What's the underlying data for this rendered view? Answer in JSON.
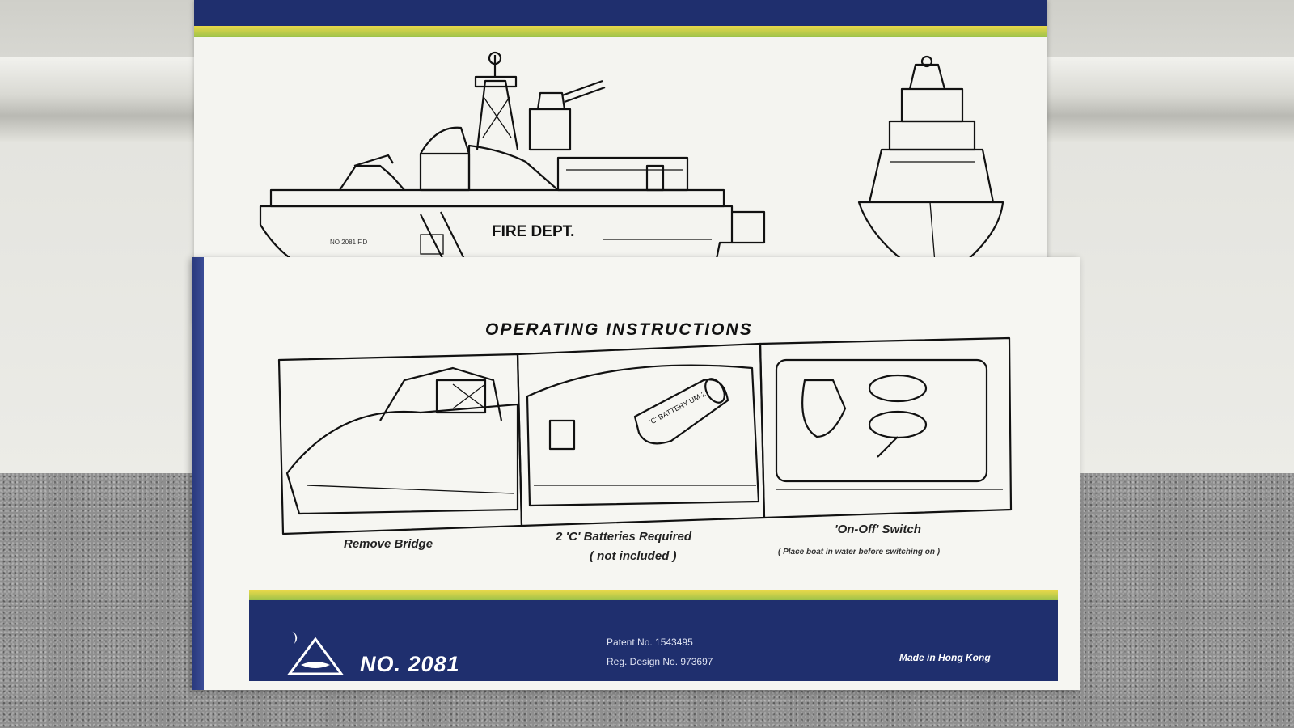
{
  "scene": {
    "hull_text": "FIRE DEPT.",
    "hull_number": "NO 2081 F.D"
  },
  "instructions": {
    "title": "OPERATING INSTRUCTIONS",
    "steps": [
      {
        "caption": "Remove Bridge"
      },
      {
        "caption": "2 'C' Batteries Required",
        "note": "( not included )",
        "battery_label": "'C' BATTERY UM-2"
      },
      {
        "caption": "'On-Off' Switch",
        "note": "( Place boat in water before switching on )"
      }
    ]
  },
  "footer": {
    "model_number": "NO. 2081",
    "patent": "Patent No. 1543495",
    "design": "Reg. Design No. 973697",
    "origin": "Made in Hong Kong"
  },
  "colors": {
    "band_navy": "#1f2f6e",
    "stripe_yellow": "#e8d84a",
    "stripe_green": "#9cc24a",
    "box_white": "#f4f4f0"
  }
}
